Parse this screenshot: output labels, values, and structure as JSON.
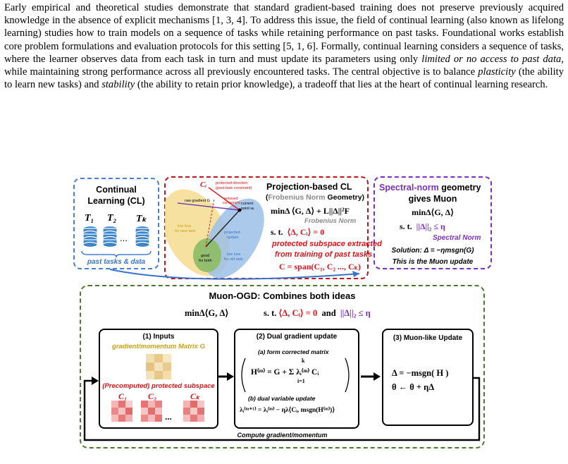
{
  "paragraph": {
    "part1": "Early empirical and theoretical studies demonstrate that standard gradient-based training does not preserve previously acquired knowledge in the absence of explicit mechanisms [1, 3, 4]. To address this issue, the field of continual learning (also known as lifelong learning) studies how to train models on a sequence of tasks while retaining performance on past tasks. Foundational works establish core problem formulations and evaluation protocols for this setting [5, 1, 6]. Formally, continual learning considers a sequence of tasks, where the learner observes data from each task in turn and must update its parameters using only ",
    "italic1": "limited or no access to past data",
    "part2": ", while maintaining strong performance across all previously encountered tasks. The central objective is to balance ",
    "italic2": "plasticity",
    "part3": " (the ability to learn new tasks) and ",
    "italic3": "stability",
    "part4": " (the ability to retain prior knowledge), a tradeoff that lies at the heart of continual learning research."
  },
  "figure": {
    "cl_box": {
      "title_line1": "Continual",
      "title_line2": "Learning (CL)",
      "task1": "T₁",
      "task2": "T₂",
      "taskk": "Tₖ",
      "dots": "...",
      "caption": "past tasks & data"
    },
    "proj_box": {
      "title": "Projection-based CL",
      "subtitle_prefix": "(",
      "subtitle_norm": "Frobenius Norm",
      "subtitle_suffix": " Geometry)",
      "objective": "minΔ ⟨G, Δ⟩ + L||Δ||²F",
      "norm_label": "Frobenius Norm",
      "constraint_st": "s. t.",
      "constraint": "⟨Δ, Cᵢ⟩ = 0",
      "red_line1": "protected subspace extracted",
      "red_line2": "from training of past tasks",
      "span": "C = span(C₁, C₂ ..., Cₖ)",
      "diagram": {
        "ci": "Cᵢ",
        "protected_dir": "protected direction",
        "protected_dir2": "(past-task constraint)",
        "raw_gradient": "raw gradient G",
        "removed": "removed",
        "removed2": "component",
        "current_point": "current",
        "current_point2": "point wₜ",
        "low_new": "low loss",
        "low_new2": "for new task",
        "projected": "projected",
        "projected2": "update",
        "good": "good",
        "good2": "for both",
        "low_old": "low loss",
        "low_old2": "for old task"
      }
    },
    "spectral_box": {
      "title_purple": "Spectral-norm",
      "title_rest": " geometry",
      "title_line2": "gives Muon",
      "objective": "minΔ⟨G, Δ⟩",
      "st": "s. t.",
      "constraint": "||Δ||₂ ≤ η",
      "norm_label": "Spectral Norm",
      "solution": "Solution: Δ = −ηmsgn(G)",
      "note": "This is the Muon update"
    },
    "muon_box": {
      "title": "Muon-OGD: Combines both ideas",
      "objective": "minΔ⟨G, Δ⟩",
      "st": "s. t.",
      "c1": "⟨Δ, Cᵢ⟩ = 0",
      "and": "and",
      "c2": "||Δ||₂ ≤ η",
      "inputs_title": "(1) Inputs",
      "inputs_grad": "gradient/momentum Matrix G",
      "inputs_prot": "(Precomputed) protected subspace",
      "c1_label": "C₁",
      "c2_label": "C₂",
      "ck_label": "Cₖ",
      "ellipsis": "...",
      "dual_title": "(2) Dual gradient update",
      "dual_a": "(a) form corrected matrix",
      "dual_h": "H⁽ᵐ⁾ = G + Σ λᵢ⁽ᵐ⁾ Cᵢ",
      "sum_top": "k",
      "sum_bot": "i=1",
      "dual_b": "(b) dual variable update",
      "dual_lambda": "λᵢ⁽ᵐ⁺¹⁾ = λᵢ⁽ᵐ⁾ − ηλ⟨Cᵢ, msgn(H⁽ᵐ⁾)⟩",
      "muon_title": "(3) Muon-like Update",
      "muon_eq1": "Δ = −msgn( H )",
      "muon_eq2": "θ ← θ + ηΔ",
      "feedback": "Compute gradient/momentum"
    }
  }
}
